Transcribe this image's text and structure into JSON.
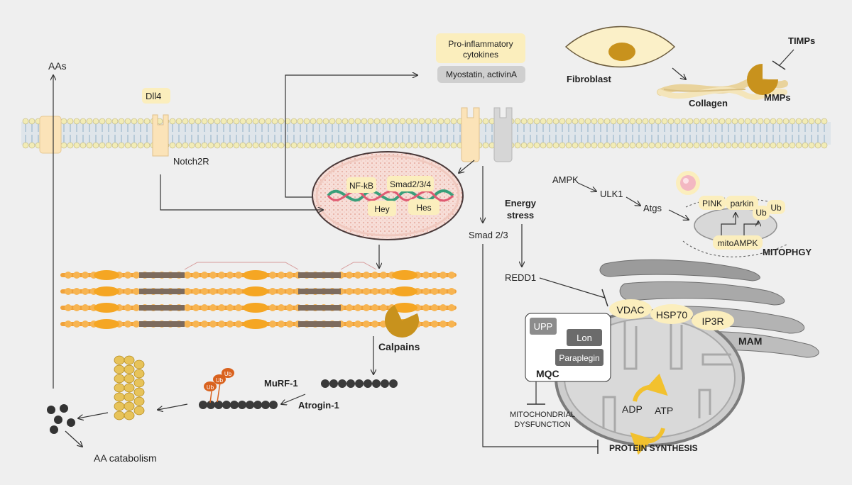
{
  "colors": {
    "background": "#efefef",
    "membrane_head": "#f2ecb6",
    "membrane_tail": "#8fb0c6",
    "receptor_fill": "#fbe3b8",
    "receptor_alt_fill": "#d3d3d3",
    "label_box": "#fbeebd",
    "grey_box": "#cfcfcf",
    "enzyme": "#c8921d",
    "filament": "#f0a23a",
    "ubiquitin": "#d9621e",
    "atp_cycle": "#f2c12e",
    "mito": "#c9c9c9"
  },
  "icons": [
    "receptor-icon",
    "fibroblast-icon",
    "collagen-icon",
    "mmps-pacman-icon",
    "calpains-pacman-icon",
    "nucleus-icon",
    "myofibril-icon",
    "mitochondrion-icon",
    "atp-cycle-icon",
    "vesicle-icon"
  ],
  "labels": {
    "aas": "AAs",
    "dll4": "Dll4",
    "notch2r": "Notch2R",
    "proinflammatory": "Pro-inflammatory\ncytokines",
    "myostatin": "Myostatin, activinA",
    "fibroblast": "Fibroblast",
    "collagen": "Collagen",
    "timps": "TIMPs",
    "mmps": "MMPs",
    "nfkb": "NF-kB",
    "smad234": "Smad2/3/4",
    "hey": "Hey",
    "hes": "Hes",
    "smad23": "Smad 2/3",
    "energy_stress": "Energy\nstress",
    "redd1": "REDD1",
    "ampk": "AMPK",
    "ulk1": "ULK1",
    "atgs": "Atgs",
    "pink": "PINK",
    "parkin": "parkin",
    "ub1": "Ub",
    "ub2": "Ub",
    "mitoampk": "mitoAMPK",
    "mitophagy": "MITOPHGY",
    "vdac": "VDAC",
    "hsp70": "HSP70",
    "ip3r": "IP3R",
    "mam": "MAM",
    "upp": "UPP",
    "lon": "Lon",
    "paraplegin": "Paraplegin",
    "mqc": "MQC",
    "mito_dysfunction": "MITOCHONDRIAL\nDYSFUNCTION",
    "adp": "ADP",
    "atp": "ATP",
    "protein_synthesis": "PROTEIN SYNTHESIS",
    "calpains": "Calpains",
    "murf1": "MuRF-1",
    "atrogin1": "Atrogin-1",
    "ub_a": "Ub",
    "ub_b": "Ub",
    "ub_c": "Ub",
    "aa_catabolism": "AA catabolism"
  }
}
